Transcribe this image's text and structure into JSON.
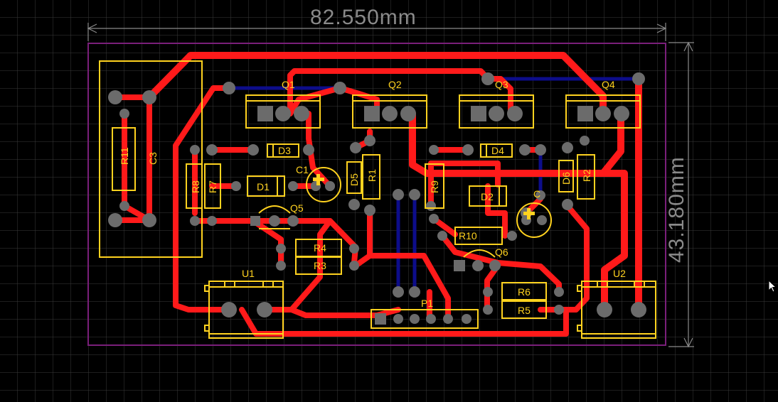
{
  "board": {
    "width_dimension": "82.550mm",
    "height_dimension": "43.180mm"
  },
  "colors": {
    "background": "#000000",
    "grid": "#3a3a3a",
    "board_outline": "#7a1f7a",
    "top_copper": "#ff1a1a",
    "bottom_copper": "#0d0d8a",
    "silkscreen": "#ffd21f",
    "pad": "#6b6b6b",
    "dimension": "#8a8a8a"
  },
  "components": [
    {
      "ref": "Q1"
    },
    {
      "ref": "Q2"
    },
    {
      "ref": "Q3"
    },
    {
      "ref": "Q4"
    },
    {
      "ref": "Q5"
    },
    {
      "ref": "Q6"
    },
    {
      "ref": "R1"
    },
    {
      "ref": "R2"
    },
    {
      "ref": "R3"
    },
    {
      "ref": "R4"
    },
    {
      "ref": "R5"
    },
    {
      "ref": "R6"
    },
    {
      "ref": "R7"
    },
    {
      "ref": "R8"
    },
    {
      "ref": "R9"
    },
    {
      "ref": "R10"
    },
    {
      "ref": "R11"
    },
    {
      "ref": "D1"
    },
    {
      "ref": "D2"
    },
    {
      "ref": "D3"
    },
    {
      "ref": "D4"
    },
    {
      "ref": "D5"
    },
    {
      "ref": "D6"
    },
    {
      "ref": "C1"
    },
    {
      "ref": "C"
    },
    {
      "ref": "C3"
    },
    {
      "ref": "U1"
    },
    {
      "ref": "U2"
    },
    {
      "ref": "P1"
    }
  ]
}
